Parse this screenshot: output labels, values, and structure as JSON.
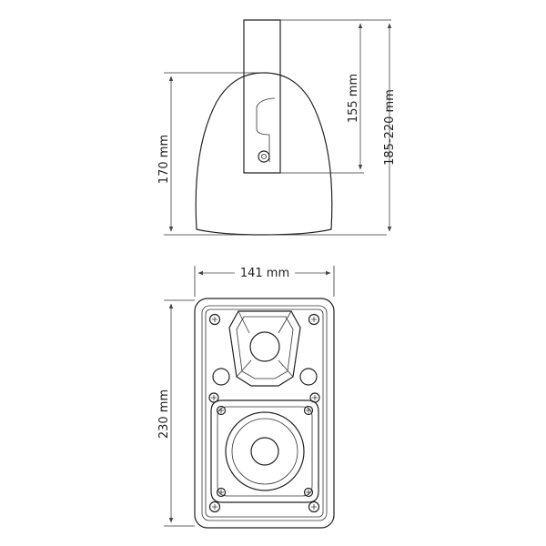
{
  "colors": {
    "line": "#222222",
    "dimension": "#444444",
    "background": "#ffffff"
  },
  "labels": {
    "side_height": "170 mm",
    "bracket_height": "155 mm",
    "bracket_range": "185-220 mm",
    "front_width": "141 mm",
    "front_height": "230 mm"
  }
}
